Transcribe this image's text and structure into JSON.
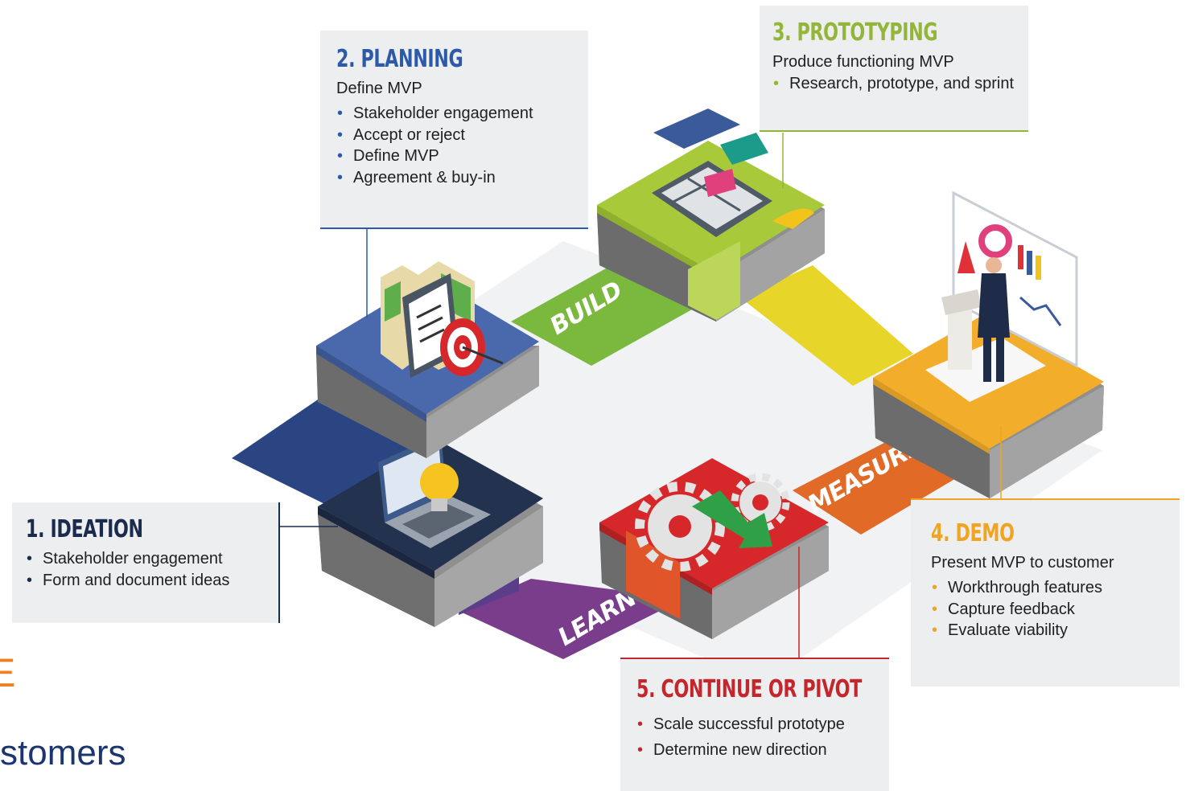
{
  "colors": {
    "ideation": "#2b4582",
    "planning": "#4a69ad",
    "build": "#7ab83e",
    "prototyping": "#a7c93a",
    "measure_path": "#e8d52a",
    "demo": "#f2ad2b",
    "measure": "#e16a26",
    "continue": "#d6272a",
    "learn": "#7a3d8c"
  },
  "stages": {
    "build": "BUILD",
    "measure": "MEASURE",
    "learn": "LEARN"
  },
  "cards": {
    "ideation": {
      "title": "1. IDEATION",
      "title_color": "#1b2b4e",
      "bullet_color": "#1b2b4e",
      "bullets": [
        "Stakeholder engagement",
        "Form and document ideas"
      ]
    },
    "planning": {
      "title": "2. PLANNING",
      "title_color": "#2d5aa8",
      "subtitle": "Define MVP",
      "bullet_color": "#2d5aa8",
      "bullets": [
        "Stakeholder engagement",
        "Accept or reject",
        "Define MVP",
        "Agreement & buy-in"
      ]
    },
    "prototyping": {
      "title": "3. PROTOTYPING",
      "title_color": "#93b53a",
      "subtitle": "Produce functioning MVP",
      "bullet_color": "#93b53a",
      "bullets": [
        "Research, prototype, and sprint"
      ]
    },
    "demo": {
      "title": "4. DEMO",
      "title_color": "#f0a422",
      "subtitle": "Present MVP to customer",
      "bullet_color": "#f0a422",
      "bullets": [
        "Workthrough features",
        "Capture feedback",
        "Evaluate viability"
      ]
    },
    "continue": {
      "title": "5. CONTINUE OR PIVOT",
      "title_color": "#c4262b",
      "bullet_color": "#c4262b",
      "bullets": [
        "Scale successful prototype",
        "Determine new direction"
      ]
    }
  },
  "fragments": {
    "orange_letter": "E",
    "customers_text": "stomers"
  },
  "icons": [
    "map-icon",
    "clipboard-icon",
    "target-icon",
    "laptop-icon",
    "lightbulb-icon",
    "gear-icon",
    "arrow-icon",
    "blueprint-icon",
    "presenter-icon",
    "dashboard-icon"
  ]
}
